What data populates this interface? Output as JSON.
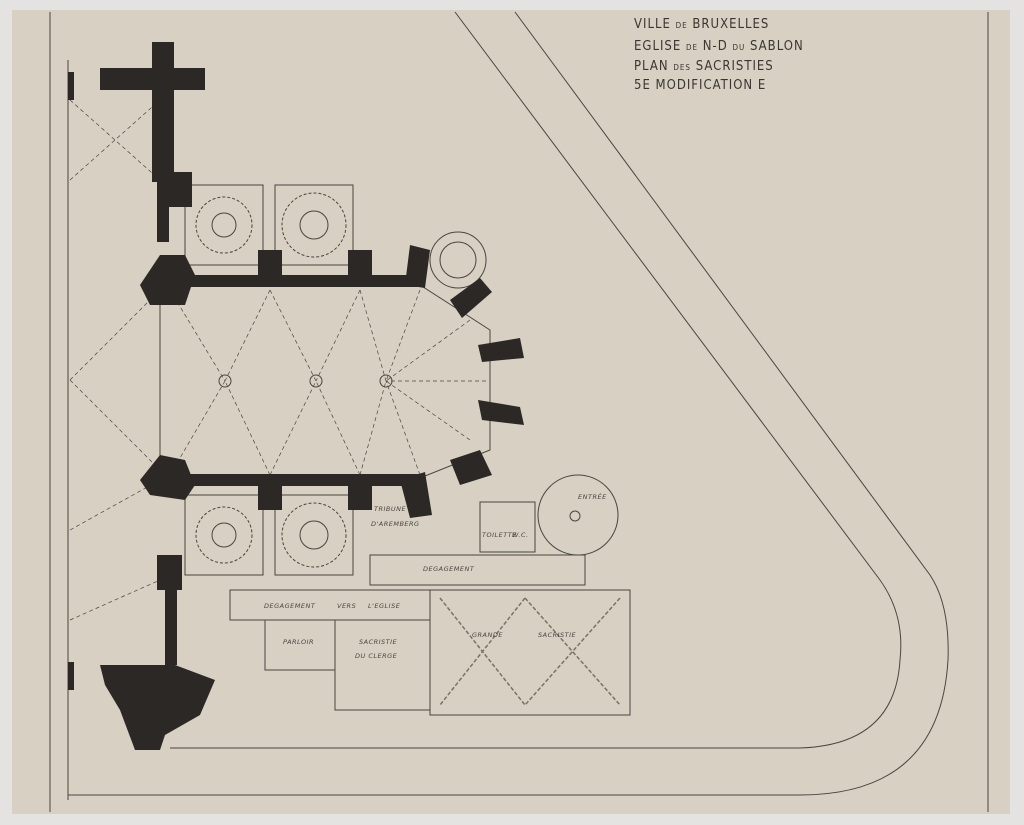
{
  "title_block": {
    "line1": {
      "a": "VILLE",
      "b": "DE",
      "c": "BRUXELLES"
    },
    "line2": {
      "a": "EGLISE",
      "b": "DE",
      "c": "N-D",
      "d": "DU",
      "e": "SABLON"
    },
    "line3": {
      "a": "PLAN",
      "b": "DES",
      "c": "SACRISTIES"
    },
    "line4": {
      "a": "5E",
      "b": "MODIFICATION",
      "c": "E"
    }
  },
  "rooms": {
    "tribune": "TRIBUNE",
    "aremberg": "D'AREMBERG",
    "toilette": "TOILETTE",
    "wc": "W.C.",
    "entree": "ENTRÉE",
    "degagement": "DEGAGEMENT",
    "degagement2": "DEGAGEMENT",
    "vers": "VERS",
    "leglise": "L'EGLISE",
    "parloir": "PARLOIR",
    "sacristie_clerge_1": "SACRISTIE",
    "sacristie_clerge_2": "DU CLERGE",
    "grande": "GRANDE",
    "sacristie": "SACRISTIE"
  },
  "colors": {
    "paper": "#d8d0c2",
    "wall": "#2b2826",
    "line": "#4a4540"
  }
}
